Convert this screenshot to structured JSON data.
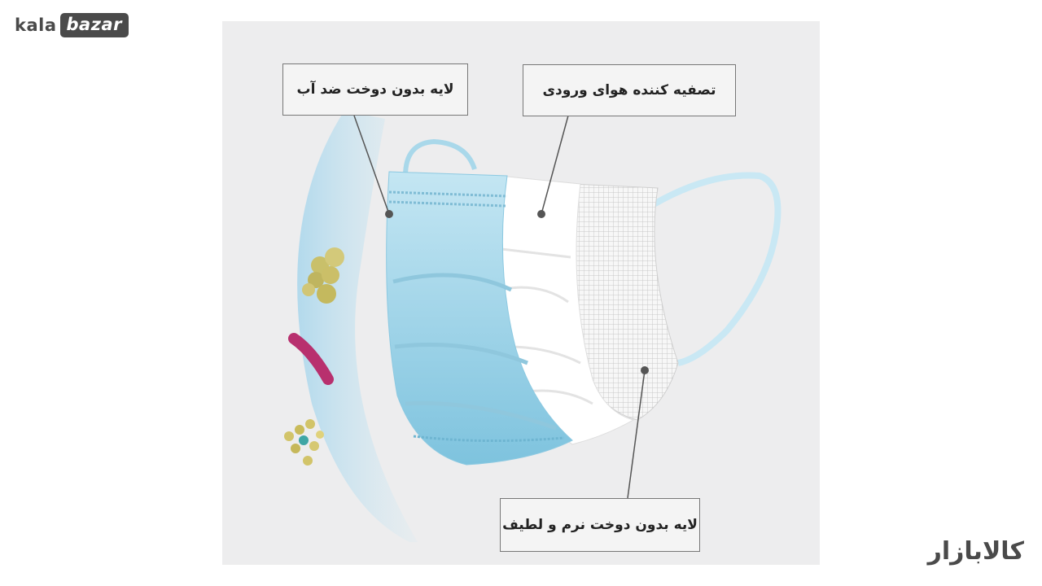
{
  "brand": {
    "logo_latin_kala": "kala",
    "logo_latin_bazar": "bazar",
    "logo_persian": "کالابازار"
  },
  "labels": {
    "waterproof_layer": "لایه بدون دوخت ضد آب",
    "air_filter": "تصفیه کننده هوای ورودی",
    "soft_layer": "لایه بدون دوخت نرم و لطیف"
  },
  "colors": {
    "panel_bg": "#ededee",
    "mask_blue": "#a9d8ea",
    "mask_blue_dark": "#7fc4de",
    "filter_white": "#ffffff",
    "soft_layer": "#f2f2f2",
    "label_border": "#777777",
    "dot": "#555555",
    "germ_yellow": "#c9c06a",
    "germ_magenta": "#b8306e"
  },
  "icons": [
    "kalabazar-logo",
    "kalabazar-persian-logo",
    "leader-dot"
  ]
}
